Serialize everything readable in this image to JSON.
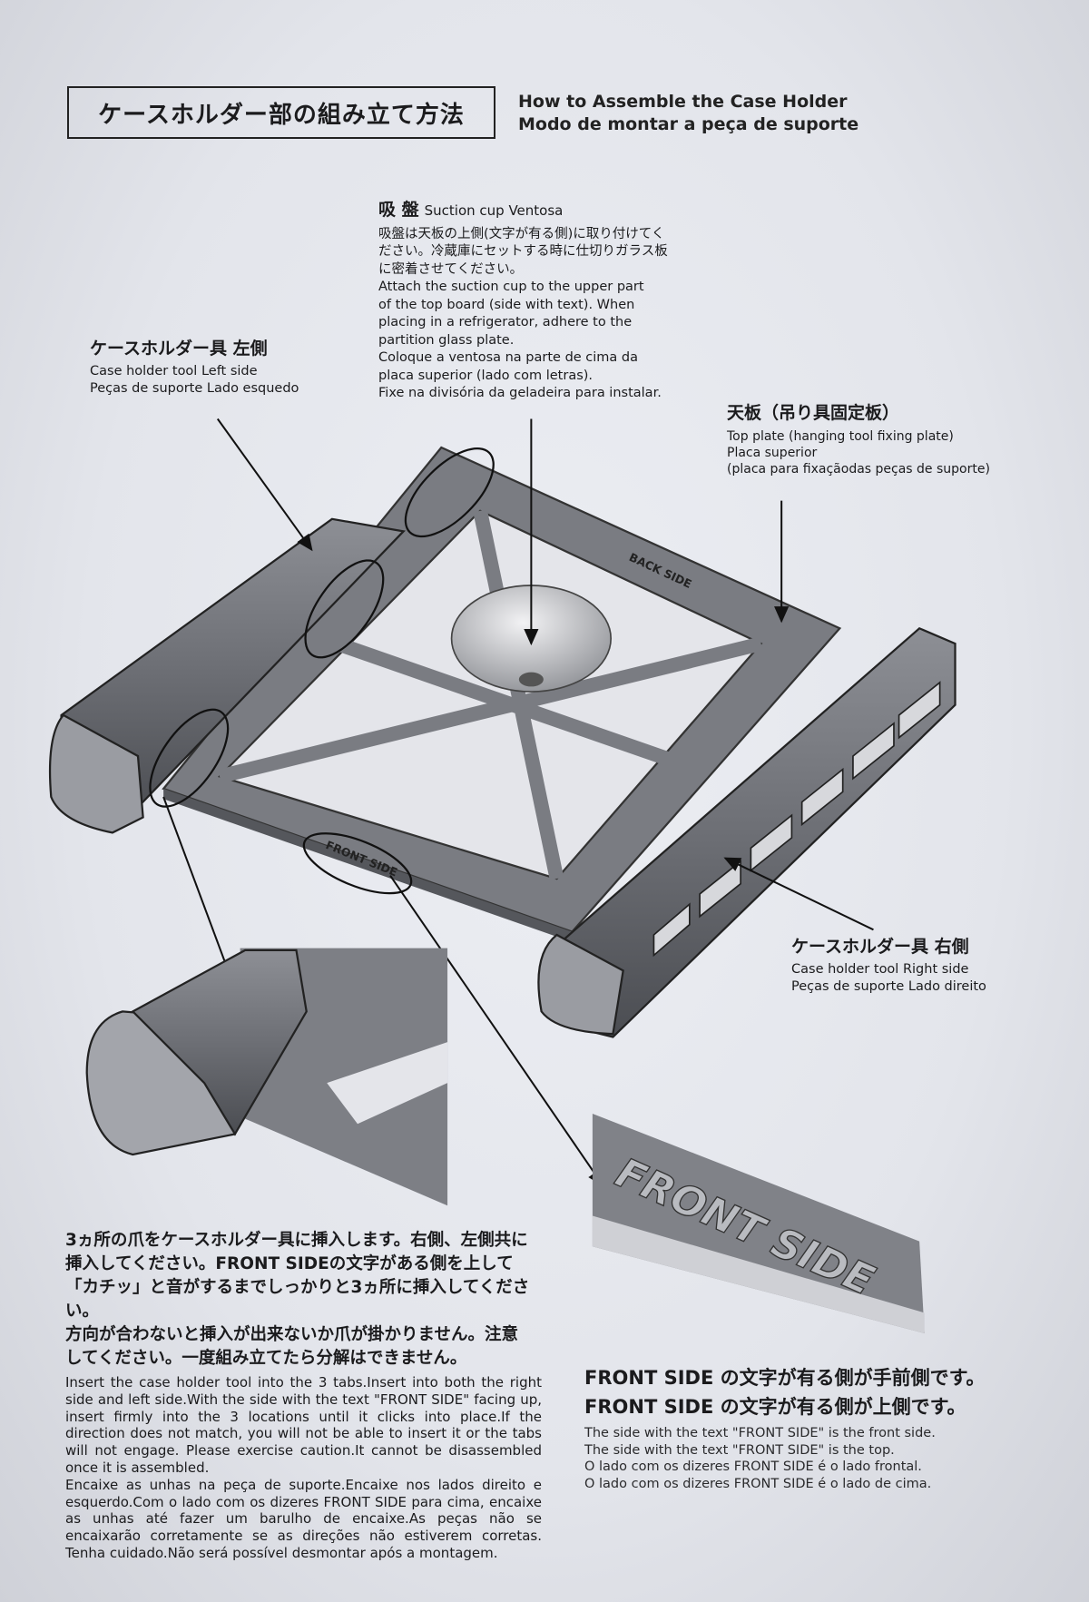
{
  "header": {
    "title_jp": "ケースホルダー部の組み立て方法",
    "title_en": "How to Assemble the Case Holder",
    "title_pt": "Modo de montar a peça de suporte"
  },
  "suction_cup": {
    "heading_jp": "吸 盤",
    "heading_en": "Suction cup Ventosa",
    "lines": [
      "吸盤は天板の上側(文字が有る側)に取り付けてく",
      "ださい。冷蔵庫にセットする時に仕切りガラス板",
      "に密着させてください。",
      "Attach the suction cup to the upper part",
      "of the top board (side with text). When",
      "placing in a refrigerator, adhere to the",
      "partition glass plate.",
      "Coloque a ventosa na parte de cima da",
      "placa superior (lado com letras).",
      "Fixe na divisória da geladeira para instalar."
    ]
  },
  "left_holder": {
    "heading": "ケースホルダー具 左側",
    "en": "Case holder tool  Left side",
    "pt": "Peças de suporte Lado esquedo"
  },
  "top_plate": {
    "heading": "天板（吊り具固定板）",
    "en": "Top plate (hanging tool fixing plate)",
    "pt": "Placa superior",
    "pt2": "(placa para fixaçãodas peças de suporte)"
  },
  "right_holder": {
    "heading": "ケースホルダー具 右側",
    "en": "Case holder tool  Right side",
    "pt": "Peças de suporte Lado direito"
  },
  "plate_marks": {
    "back": "BACK SIDE",
    "front": "FRONT SIDE"
  },
  "instructions": {
    "jp": [
      "3ヵ所の爪をケースホルダー具に挿入します。右側、左側共に",
      "挿入してください。FRONT SIDEの文字がある側を上して",
      "「カチッ」と音がするまでしっかりと3ヵ所に挿入してください。",
      "方向が合わないと挿入が出来ないか爪が掛かりません。注意",
      "してください。一度組み立てたら分解はできません。"
    ],
    "en": "Insert the case holder tool into the 3 tabs.Insert into both the right side and left side.With the side with the text \"FRONT SIDE\" facing up, insert firmly into the 3 locations until it clicks into place.If the direction does not match, you will not be able to insert it or the tabs will not engage. Please exercise caution.It cannot be disassembled once it is assembled.",
    "pt": "Encaixe as unhas na peça de suporte.Encaixe nos lados direito e esquerdo.Com o lado com os dizeres FRONT SIDE para cima, encaixe as unhas até fazer um barulho de encaixe.As peças não se encaixarão corretamente se as direções não estiverem corretas. Tenha cuidado.Não será possível desmontar após a montagem."
  },
  "front_side_note": {
    "jp": [
      "FRONT SIDE の文字が有る側が手前側です。",
      "FRONT SIDE の文字が有る側が上側です。"
    ],
    "lines": [
      "The side with the text \"FRONT SIDE\" is the front side.",
      "The side with the text \"FRONT SIDE\" is the top.",
      "O lado com os dizeres FRONT SIDE é o lado frontal.",
      "O lado com os dizeres FRONT SIDE é o lado de cima."
    ]
  }
}
